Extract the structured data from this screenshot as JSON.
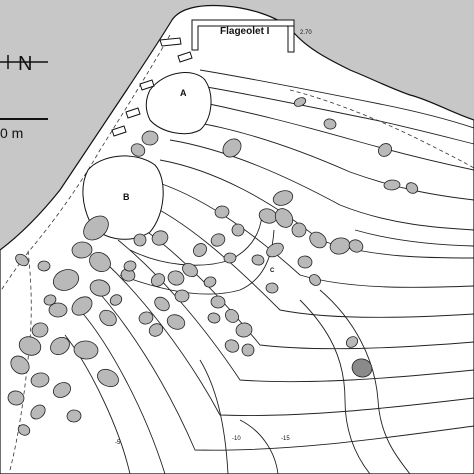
{
  "map": {
    "north_label": "N",
    "scale_label": "0 m",
    "structure_label": "Flageolet I",
    "area_labels": [
      "A",
      "B",
      "C"
    ],
    "elevation_top": "2.70",
    "depth_labels": [
      "-5",
      "-10",
      "-15"
    ],
    "colors": {
      "bedrock": "#c7c7c7",
      "ground": "#ffffff",
      "block_fill": "#b9b9b9",
      "block_dark": "#8a8a8a",
      "line": "#222222"
    }
  }
}
